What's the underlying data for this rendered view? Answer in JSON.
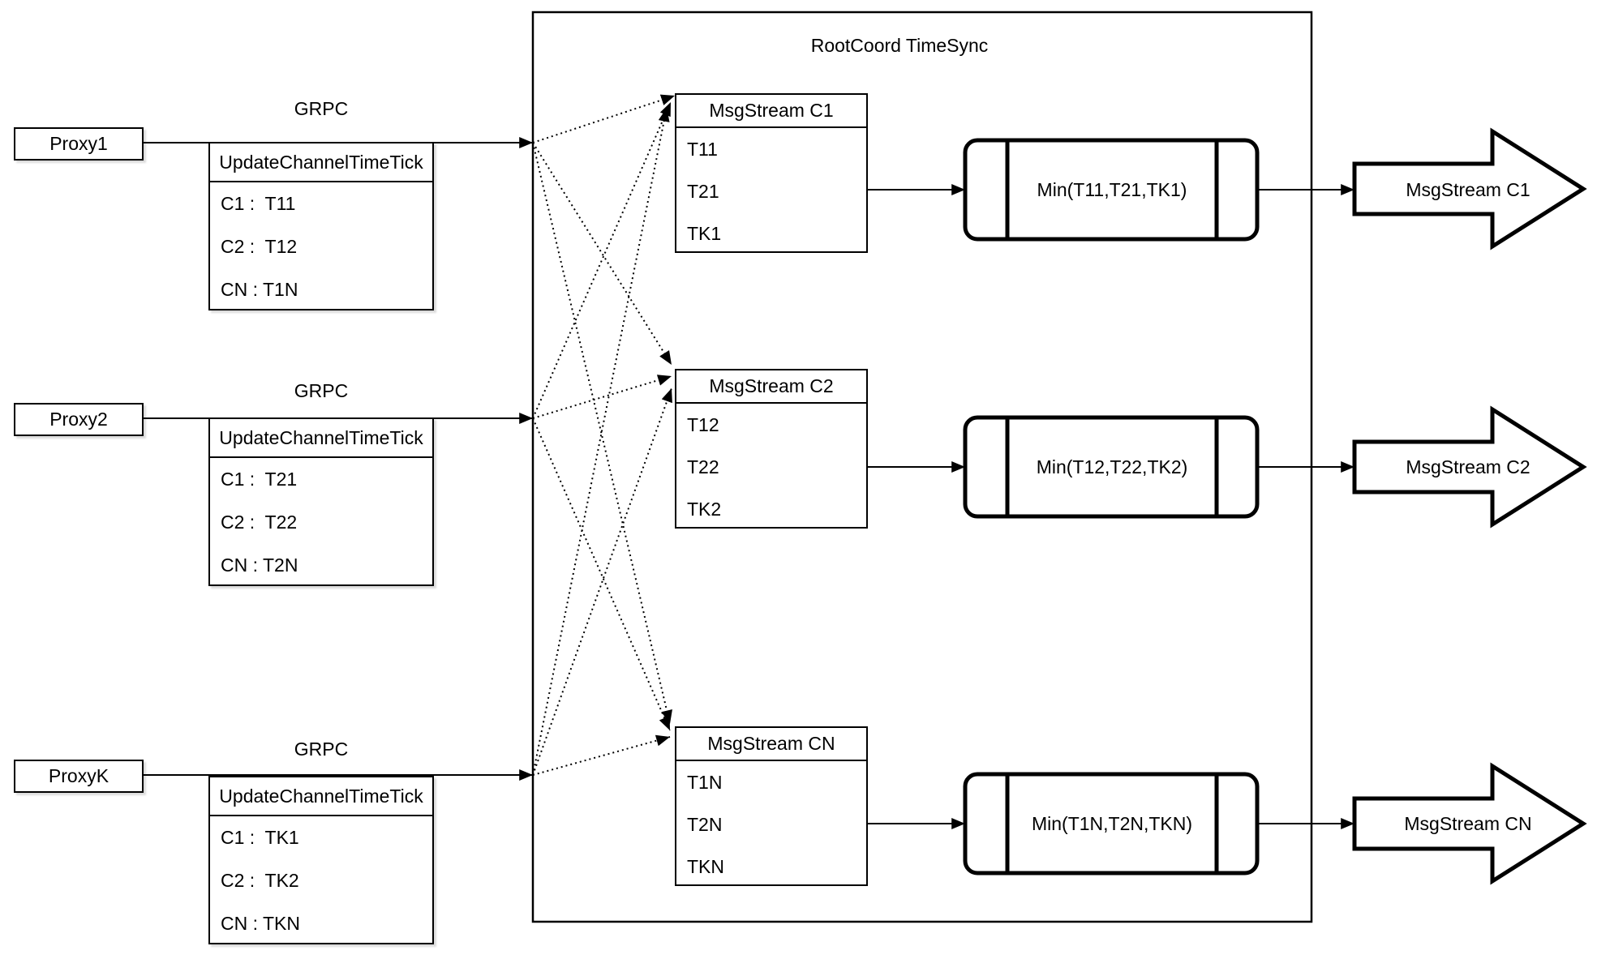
{
  "diagram": {
    "title": "RootCoord TimeSync",
    "grpc_label": "GRPC",
    "proxies": [
      {
        "name": "Proxy1",
        "table": {
          "header": "UpdateChannelTimeTick",
          "rows": [
            "C1 :  T11",
            "C2 :  T12",
            "CN : T1N"
          ]
        }
      },
      {
        "name": "Proxy2",
        "table": {
          "header": "UpdateChannelTimeTick",
          "rows": [
            "C1 :  T21",
            "C2 :  T22",
            "CN : T2N"
          ]
        }
      },
      {
        "name": "ProxyK",
        "table": {
          "header": "UpdateChannelTimeTick",
          "rows": [
            "C1 :  TK1",
            "C2 :  TK2",
            "CN : TKN"
          ]
        }
      }
    ],
    "streams": [
      {
        "header": "MsgStream C1",
        "rows": [
          "T11",
          "T21",
          "TK1"
        ],
        "min": "Min(T11,T21,TK1)",
        "out": "MsgStream C1"
      },
      {
        "header": "MsgStream C2",
        "rows": [
          "T12",
          "T22",
          "TK2"
        ],
        "min": "Min(T12,T22,TK2)",
        "out": "MsgStream C2"
      },
      {
        "header": "MsgStream CN",
        "rows": [
          "T1N",
          "T2N",
          "TKN"
        ],
        "min": "Min(T1N,T2N,TKN)",
        "out": "MsgStream CN"
      }
    ],
    "colors": {
      "stroke": "#000000",
      "background": "#ffffff"
    }
  }
}
